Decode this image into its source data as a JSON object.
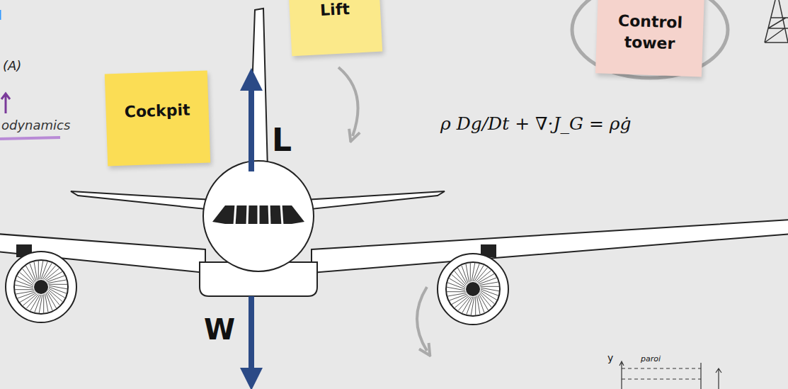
{
  "diagram": {
    "nodes": [
      {
        "text": [
          "Lift"
        ]
      },
      {
        "text": [
          "Control tower"
        ]
      },
      {
        "text": [
          "Cockpit"
        ]
      }
    ],
    "labels": [
      "(A)",
      "odynamics",
      "L",
      "W",
      "ρ Dg/Dt + ∇·J_G = ρġ",
      "y",
      "paroi"
    ]
  }
}
